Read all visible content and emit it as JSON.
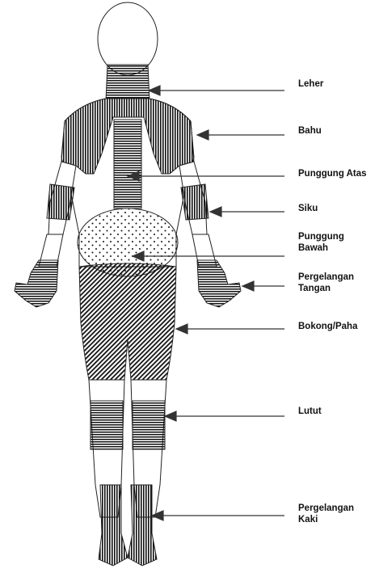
{
  "labels": {
    "neck": "Leher",
    "shoulder": "Bahu",
    "upper_back": "Punggung Atas",
    "elbow": "Siku",
    "lower_back_1": "Punggung",
    "lower_back_2": "Bawah",
    "wrist_1": "Pergelangan",
    "wrist_2": "Tangan",
    "hip": "Bokong/Paha",
    "knee": "Lutut",
    "ankle_1": "Pergelangan",
    "ankle_2": "Kaki"
  },
  "colors": {
    "ink": "#111111",
    "background": "#ffffff"
  }
}
